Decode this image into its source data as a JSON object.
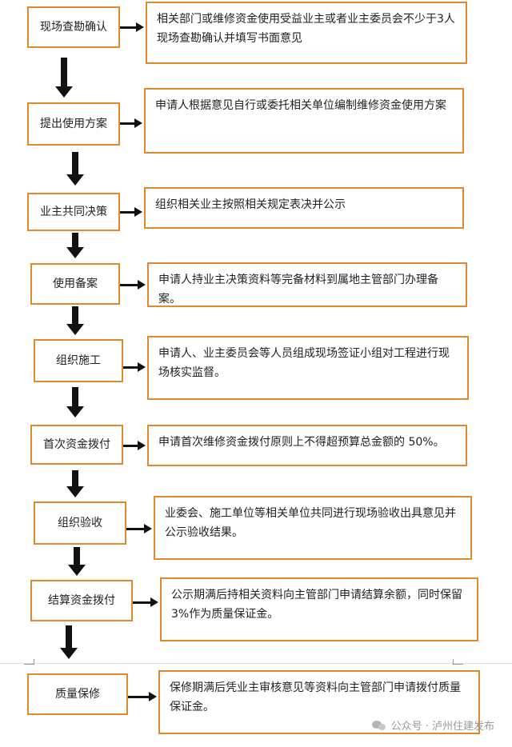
{
  "steps": [
    {
      "name": "现场查勘确认",
      "desc": "相关部门或维修资金使用受益业主或者业主委员会不少于3人现场查勘确认并填写书面意见"
    },
    {
      "name": "提出使用方案",
      "desc": "申请人根据意见自行或委托相关单位编制维修资金使用方案"
    },
    {
      "name": "业主共同决策",
      "desc": "组织相关业主按照相关规定表决并公示"
    },
    {
      "name": "使用备案",
      "desc": "申请人持业主决策资料等完备材料到属地主管部门办理备案。"
    },
    {
      "name": "组织施工",
      "desc": "申请人、业主委员会等人员组成现场签证小组对工程进行现场核实监督。"
    },
    {
      "name": "首次资金拨付",
      "desc": "申请首次维修资金拨付原则上不得超预算总金额的 50%。"
    },
    {
      "name": "组织验收",
      "desc": "业委会、施工单位等相关单位共同进行现场验收出具意见并公示验收结果。"
    },
    {
      "name": "结算资金拨付",
      "desc": "公示期满后持相关资料向主管部门申请结算余额，同时保留 3%作为质量保证金。"
    },
    {
      "name": "质量保修",
      "desc": "保修期满后凭业主审核意见等资料向主管部门申请拨付质量保证金。"
    }
  ],
  "watermark": "公众号 · 泸州住建发布",
  "colors": {
    "border": "#e08a2e",
    "arrow": "#111111"
  }
}
